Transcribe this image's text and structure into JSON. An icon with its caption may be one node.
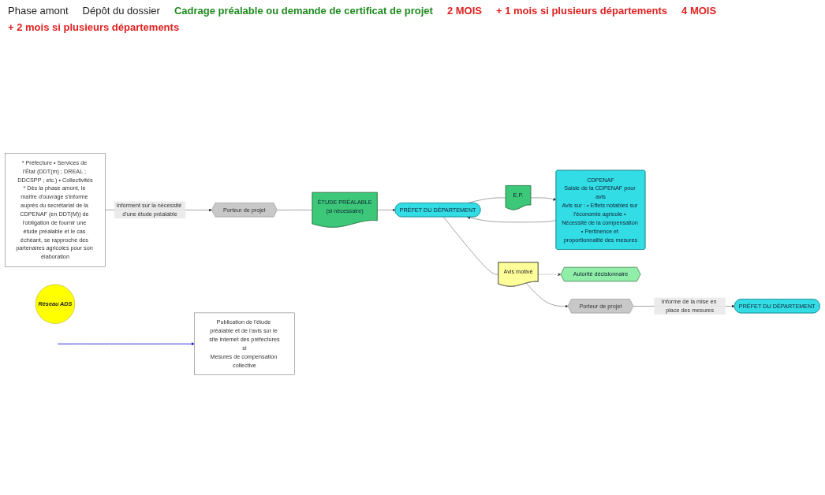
{
  "diagram": {
    "nodes": [
      {
        "text": [
          "* Préfecture • Services de l'État (DDT(m) ; DREAL ; DDCSPP ; etc.) • Collectivités",
          "* Dès la phase amont, le maître d'ouvrage s'informe auprès du secrétariat de la CDPENAF (en DDT(M)) de l'obligation de fournir une étude préalable et le cas échéant, se rapproche des partenaires agricoles pour son élaboration"
        ]
      },
      {
        "text": [
          "Réseau ADS"
        ]
      },
      {
        "text": [
          "Porteur de projet"
        ]
      },
      {
        "text": [
          "ÉTUDE PRÉALABLE",
          "(si nécessaire)"
        ]
      },
      {
        "text": [
          "E.P."
        ]
      },
      {
        "text": [
          "PRÉFET DU DÉPARTEMENT"
        ]
      },
      {
        "text": [
          "CDPENAF",
          "Saisie de la CDPENAF pour avis",
          "Avis sur : • Effets notables sur l'économie agricole • Nécessité de la compensation • Pertinence et proportionnalité des mesures"
        ]
      },
      {
        "text": [
          "Avis motivé"
        ]
      },
      {
        "text": [
          "Publication de l'étude préalable et de l'avis sur le site internet des préfectures",
          "si",
          "Mesures de compensation collective"
        ]
      },
      {
        "text": [
          "Autorité décisionnaire"
        ]
      },
      {
        "text": [
          "Porteur de projet"
        ]
      },
      {
        "text": [
          "PRÉFET DU DÉPARTEMENT"
        ]
      }
    ],
    "edges": [
      {
        "from": 0,
        "to": 2,
        "arrow": "to",
        "label": "Informent sur la nécessité d'une étude préalable"
      },
      {
        "from": 2,
        "to": 3,
        "arrow": "none"
      },
      {
        "from": 3,
        "to": 5,
        "arrow": "to"
      },
      {
        "from": 5,
        "to": 4,
        "arrow": "none"
      },
      {
        "from": 4,
        "to": 6,
        "arrow": "to"
      },
      {
        "from": 6,
        "to": 5,
        "arrow": "to"
      },
      {
        "from": 5,
        "to": 7,
        "arrow": "none"
      },
      {
        "from": 7,
        "to": 9,
        "arrow": "to",
        "style": "dashed"
      },
      {
        "from": 7,
        "to": 10,
        "arrow": "to"
      },
      {
        "from": null,
        "to": 8,
        "arrow": "to",
        "color": "#1a1ad0"
      },
      {
        "from": 10,
        "to": 11,
        "arrow": "to",
        "label": "Informe de la mise en place des mesures"
      }
    ],
    "labels": [
      "Phase amont",
      "Dépôt du dossier",
      "Cadrage préalable ou demande de certificat de projet",
      "2 MOIS",
      "+ 1 mois si plusieurs départements",
      "4 MOIS",
      "+ 2 mois si plusieurs départements"
    ]
  }
}
